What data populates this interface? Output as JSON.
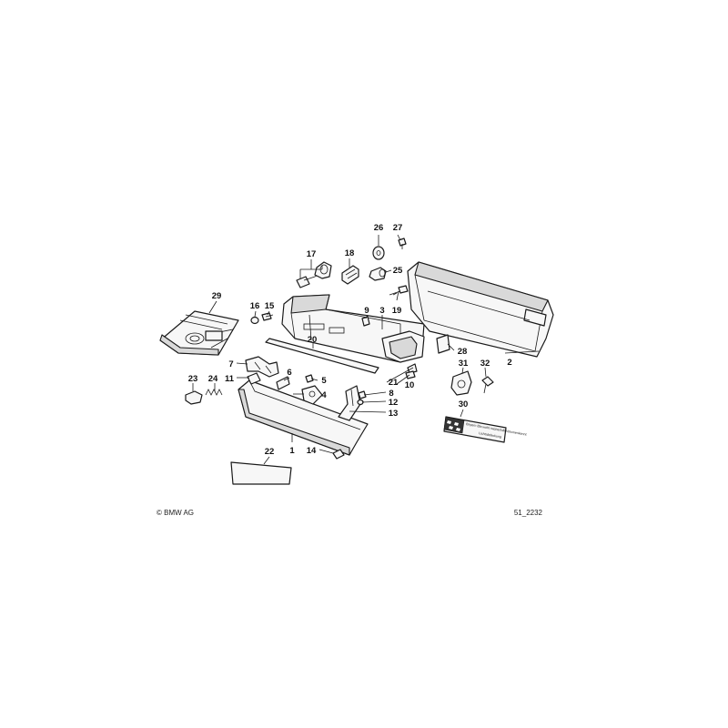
{
  "copyright": "© BMW AG",
  "diagram_id": "51_2232",
  "label_sticker": {
    "line1": "Bayern Bla wohl nacherfullt Volumenkennl.",
    "line2": "Lichtabdeckung"
  },
  "callouts": [
    {
      "id": "c1",
      "text": "1"
    },
    {
      "id": "c2",
      "text": "2"
    },
    {
      "id": "c3",
      "text": "3"
    },
    {
      "id": "c4",
      "text": "4"
    },
    {
      "id": "c5",
      "text": "5"
    },
    {
      "id": "c6",
      "text": "6"
    },
    {
      "id": "c7",
      "text": "7"
    },
    {
      "id": "c8",
      "text": "8"
    },
    {
      "id": "c9",
      "text": "9"
    },
    {
      "id": "c10",
      "text": "10"
    },
    {
      "id": "c11",
      "text": "11"
    },
    {
      "id": "c12",
      "text": "12"
    },
    {
      "id": "c13",
      "text": "13"
    },
    {
      "id": "c14",
      "text": "14"
    },
    {
      "id": "c15",
      "text": "15"
    },
    {
      "id": "c16",
      "text": "16"
    },
    {
      "id": "c17",
      "text": "17"
    },
    {
      "id": "c18",
      "text": "18"
    },
    {
      "id": "c19",
      "text": "19"
    },
    {
      "id": "c20",
      "text": "20"
    },
    {
      "id": "c21",
      "text": "21"
    },
    {
      "id": "c22",
      "text": "22"
    },
    {
      "id": "c23",
      "text": "23"
    },
    {
      "id": "c24",
      "text": "24"
    },
    {
      "id": "c25",
      "text": "25"
    },
    {
      "id": "c26",
      "text": "26"
    },
    {
      "id": "c27",
      "text": "27"
    },
    {
      "id": "c28",
      "text": "28"
    },
    {
      "id": "c29",
      "text": "29"
    },
    {
      "id": "c30",
      "text": "30"
    },
    {
      "id": "c31",
      "text": "31"
    },
    {
      "id": "c32",
      "text": "32"
    }
  ]
}
